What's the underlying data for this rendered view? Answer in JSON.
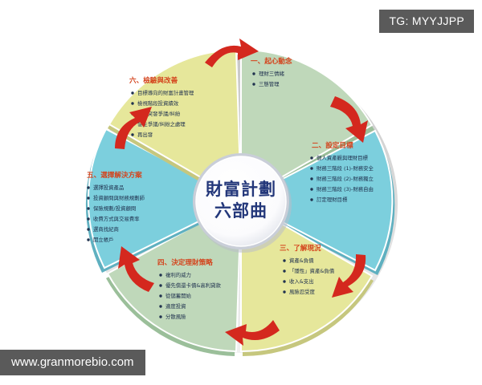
{
  "overlays": {
    "tg_badge": "TG: MYYJJPP",
    "watermark": "www.granmorebio.com"
  },
  "hub": {
    "line1": "財富計劃",
    "line2": "六部曲"
  },
  "colors": {
    "green": "#bfd8ba",
    "cyan": "#7ccfdd",
    "yellow": "#e6e79b",
    "green_edge": "#9bbf9a",
    "cyan_edge": "#5fb0c0",
    "yellow_edge": "#c6c77e",
    "title": "#d4431c",
    "bullet_text": "#20324f",
    "arrow": "#d4281e",
    "hub_text": "#23377a",
    "badge_bg": "#5a5a5a"
  },
  "segments": [
    {
      "id": "segment-1",
      "title": "一、起心動念",
      "color": "green",
      "bullets": [
        "理財三情緒",
        "三態管理"
      ]
    },
    {
      "id": "segment-2",
      "title": "二、設定目標",
      "color": "cyan",
      "bullets": [
        "個人資產觀與理財目標",
        "財務三階段 (1)-財務安全",
        "財務三階段 (2)-財務獨立",
        "財務三階段 (3)-財務自由",
        "訂定理財目標"
      ]
    },
    {
      "id": "segment-3",
      "title": "三、了解現況",
      "color": "yellow",
      "bullets": [
        "資產&負債",
        "「隱性」資產&負債",
        "收入&支出",
        "風險忍受度"
      ]
    },
    {
      "id": "segment-4",
      "title": "四、決定理財策略",
      "color": "green",
      "bullets": [
        "複利的威力",
        "優先償還卡債&高利貸款",
        "從儲蓄開始",
        "適度投資",
        "分散風險"
      ]
    },
    {
      "id": "segment-5",
      "title": "五、選擇解決方案",
      "color": "cyan",
      "bullets": [
        "選擇投資產品",
        "投資顧問與財務規劃師",
        "保險規劃/投資顧問",
        "收費方式與交易費率",
        "選商找紀商",
        "開立帳戶"
      ]
    },
    {
      "id": "segment-6",
      "title": "六、檢驗與改善",
      "color": "yellow",
      "bullets": [
        "目標導向的財富計畫管理",
        "檢視階段投資績效",
        "因應突發爭議/糾紛",
        "發生爭議/糾紛之處理",
        "再出發"
      ]
    }
  ]
}
